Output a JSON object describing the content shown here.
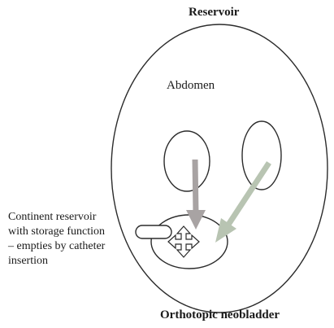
{
  "diagram": {
    "title_top": "Reservoir",
    "title_bottom": "Orthotopic neobladder",
    "abdomen_label": "Abdomen",
    "reservoir_note": [
      "Continent reservoir",
      "with storage function",
      "– empties by catheter",
      "insertion"
    ],
    "icons": {
      "reservoir_symbol": "four-way-arrow-icon",
      "stoma": "stoma-icon"
    },
    "colors": {
      "outline": "#2b2b2b",
      "ureter_arrow_left": "#a8a3a3",
      "ureter_arrow_right": "#b8c4b2",
      "background": "#ffffff"
    }
  }
}
